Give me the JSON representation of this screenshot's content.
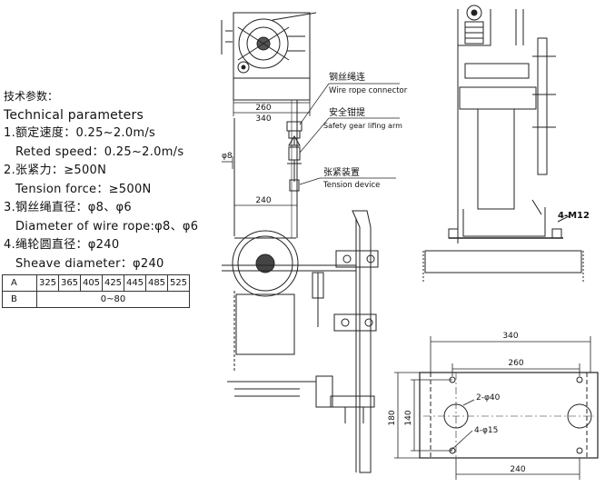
{
  "specs": {
    "title_cn": "技术参数：",
    "title_en": "Technical parameters",
    "lines": [
      {
        "text": "1.额定速度：0.25~2.0m/s",
        "indent": false
      },
      {
        "text": "Reted speed：0.25~2.0m/s",
        "indent": true
      },
      {
        "text": "2.张紧力：≥500N",
        "indent": false
      },
      {
        "text": "Tension force：≥500N",
        "indent": true
      },
      {
        "text": "3.钢丝绳直径：φ8、φ6",
        "indent": false
      },
      {
        "text": "Diameter of wire rope:φ8、φ6",
        "indent": true
      },
      {
        "text": "4.绳轮圆直径：φ240",
        "indent": false
      },
      {
        "text": "Sheave diameter：φ240",
        "indent": true
      }
    ]
  },
  "table": {
    "row_a_label": "A",
    "row_a_values": [
      "325",
      "365",
      "405",
      "425",
      "445",
      "485",
      "525"
    ],
    "row_b_label": "B",
    "row_b_value": "0~80"
  },
  "labels": {
    "wire_rope_cn": "钢丝绳连",
    "wire_rope_en": "Wire rope connector",
    "safety_cn": "安全钳提",
    "safety_en": "Safety gear lifing arm",
    "tension_cn": "张紧装置",
    "tension_en": "Tension device",
    "dim_260_top": "260",
    "dim_340_top": "340",
    "dim_phi8": "φ8",
    "dim_240_mid": "240",
    "bolt_label": "4-M12",
    "plan_340": "340",
    "plan_260": "260",
    "plan_2phi40": "2-φ40",
    "plan_4phi15": "4-φ15",
    "plan_180": "180",
    "plan_140": "140",
    "plan_240": "240"
  }
}
